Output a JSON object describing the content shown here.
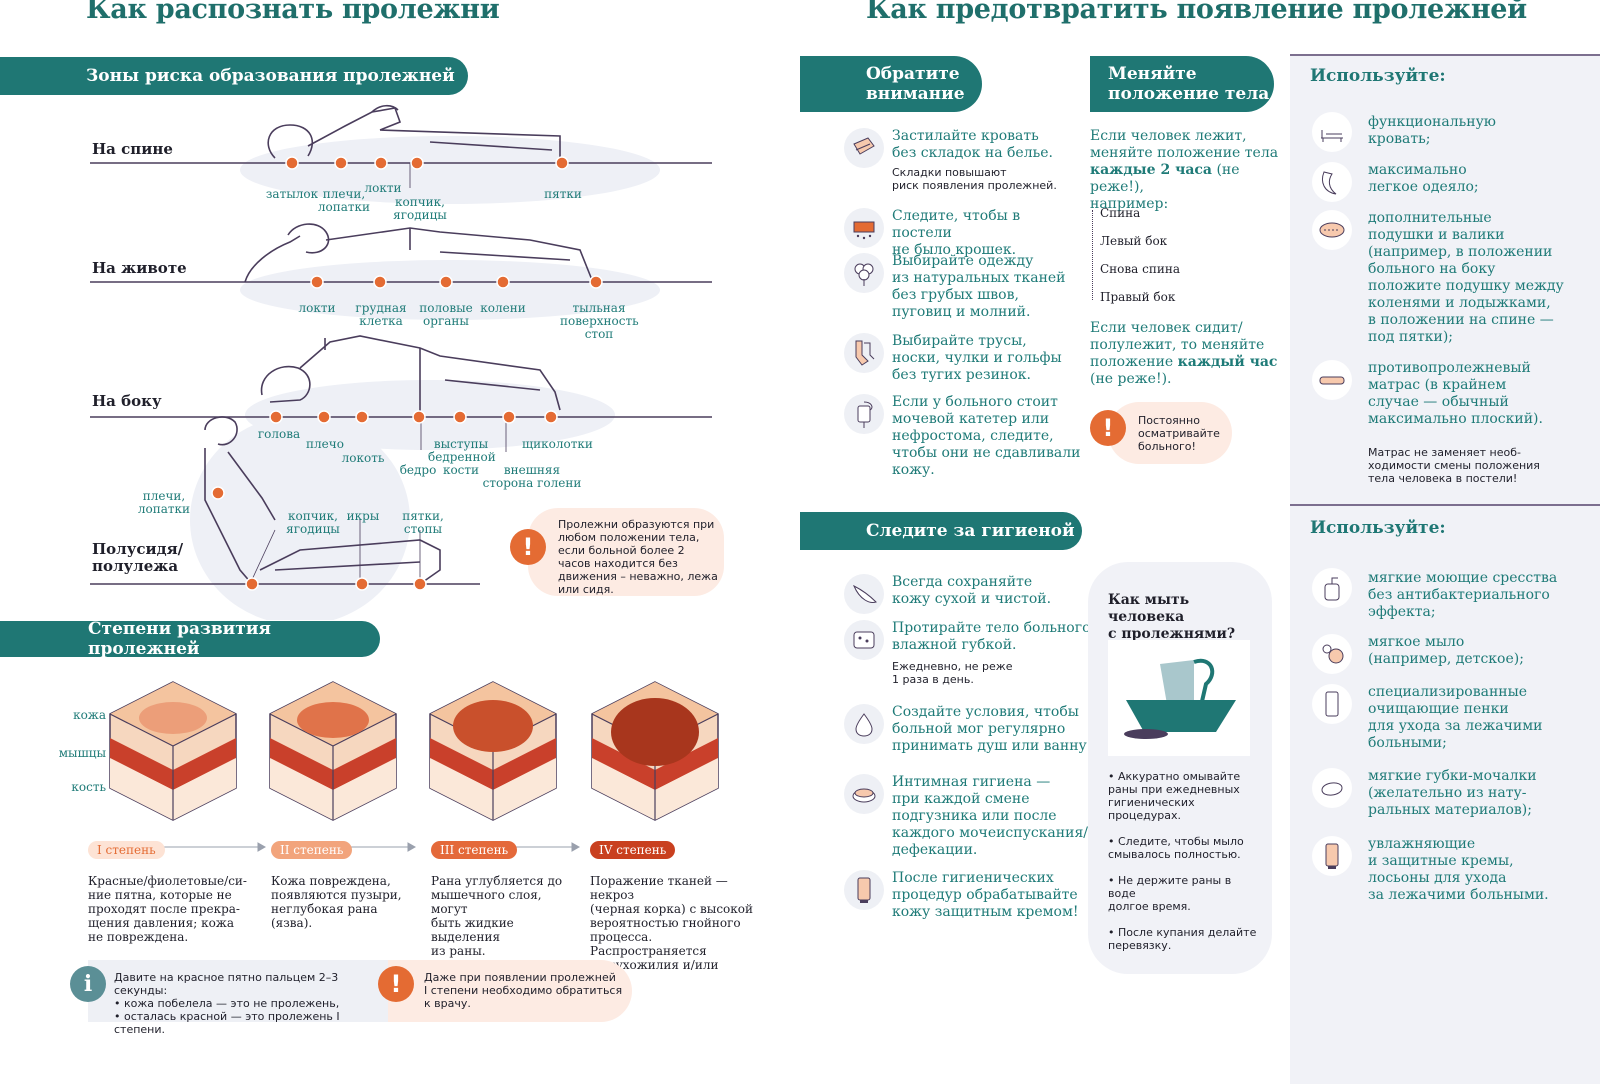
{
  "left_title": "Как распознать пролежни",
  "right_title": "Как предотвратить появление пролежней",
  "zones": {
    "heading": "Зоны риска образования пролежней",
    "positions": [
      {
        "name": "На спине",
        "labels": [
          "затылок",
          "плечи,\nлопатки",
          "локти",
          "копчик,\nягодицы",
          "пятки"
        ]
      },
      {
        "name": "На животе",
        "labels": [
          "локти",
          "грудная\nклетка",
          "половые\nорганы",
          "колени",
          "тыльная\nповерхность\nстоп"
        ]
      },
      {
        "name": "На боку",
        "labels": [
          "голова",
          "плечо",
          "локоть",
          "бедро",
          "выступы\nбедренной\nкости",
          "внешняя\nсторона голени",
          "щиколотки"
        ]
      },
      {
        "name": "Полусидя/\nполулежа",
        "labels": [
          "плечи,\nлопатки",
          "копчик,\nягодицы",
          "икры",
          "пятки,\nстопы"
        ]
      }
    ],
    "note": "Пролежни образуются при любом положении тела, если больной более 2 часов находится без движения – неважно, лежа или сидя."
  },
  "stages": {
    "heading": "Степени развития пролежней",
    "layers": [
      "кожа",
      "мышцы",
      "кость"
    ],
    "items": [
      {
        "label": "I степень",
        "color": "#f9d6c3",
        "text_color": "#e46b33",
        "desc": "Красные/фиолетовые/си-\nние пятна, которые не\nпроходят после прекра-\nщения давления; кожа\nне повреждена."
      },
      {
        "label": "II степень",
        "color": "#f2a47c",
        "text_color": "#ffffff",
        "desc": "Кожа повреждена,\nпоявляются пузыри,\nнеглубокая рана\n(язва)."
      },
      {
        "label": "III степень",
        "color": "#e4693a",
        "text_color": "#ffffff",
        "desc": "Рана углубляется до\nмышечного слоя, могут\nбыть жидкие выделения\nиз раны."
      },
      {
        "label": "IV степень",
        "color": "#c9401f",
        "text_color": "#ffffff",
        "desc": "Поражение тканей — некроз\n(черная корка) с высокой\nвероятностью гнойного\nпроцесса. Распространяется\nна сухожилия и/или кости."
      }
    ],
    "tip": "Давите на красное пятно пальцем 2–3 секунды:\n• кожа побелела — это не пролежень,\n• осталась красной — это пролежень I степени.",
    "warning": "Даже при появлении пролежней\nI степени необходимо обратиться\nк врачу."
  },
  "attention": {
    "heading": "Обратите\nвнимание",
    "items": [
      {
        "icon": "sheet-icon",
        "text": "Застилайте кровать\nбез складок на белье.",
        "small": "Складки повышают\nриск появления пролежней."
      },
      {
        "icon": "crumbs-icon",
        "text": "Следите, чтобы в постели\nне было крошек.",
        "small": ""
      },
      {
        "icon": "cotton-icon",
        "text": "Выбирайте одежду\nиз натуральных тканей\nбез грубых швов,\nпуговиц и молний.",
        "small": ""
      },
      {
        "icon": "socks-icon",
        "text": "Выбирайте трусы,\nноски, чулки и гольфы\nбез тугих резинок.",
        "small": ""
      },
      {
        "icon": "catheter-icon",
        "text": "Если у больного стоит\nмочевой катетер или\nнефростома, следите,\nчтобы они не сдавливали\nкожу.",
        "small": ""
      }
    ]
  },
  "reposition": {
    "heading": "Меняйте\nположение тела",
    "p1_a": "Если человек лежит,\nменяйте положение тела\n",
    "p1_b": "каждые 2 часа",
    "p1_c": " (не реже!),\nнапример:",
    "list": [
      "Спина",
      "Левый бок",
      "Снова спина",
      "Правый бок"
    ],
    "p2_a": "Если человек сидит/\nполулежит, то меняйте\nположение ",
    "p2_b": "каждый час",
    "p2_c": "\n(не реже!).",
    "note": "Постоянно\nосматривайте\nбольного!"
  },
  "hygiene": {
    "heading": "Следите за гигиеной",
    "items": [
      {
        "icon": "feather-icon",
        "text": "Всегда сохраняйте\nкожу сухой и чистой.",
        "small": ""
      },
      {
        "icon": "sponge-icon",
        "text": "Протирайте тело больного\nвлажной губкой.",
        "small": "Ежедневно, не реже\n1 раза в день."
      },
      {
        "icon": "drop-icon",
        "text": "Создайте условия, чтобы\nбольной мог регулярно\nпринимать душ или ванну.",
        "small": ""
      },
      {
        "icon": "soap-icon",
        "text": "Интимная гигиена —\nпри каждой смене\nподгузника или после\nкаждого мочеиспускания/\nдефекации.",
        "small": ""
      },
      {
        "icon": "cream-icon",
        "text": "После гигиенических\nпроцедур обрабатывайте\nкожу защитным кремом!",
        "small": ""
      }
    ],
    "wash_title": "Как мыть человека\nс пролежнями?",
    "wash_list": [
      "Аккуратно омывайте\nраны при ежедневных\nгигиенических\nпроцедурах.",
      "Следите, чтобы мыло\nсмывалось полностью.",
      "Не держите раны в воде\nдолгое время.",
      "После купания делайте\nперевязку."
    ]
  },
  "use1": {
    "heading": "Используйте:",
    "items": [
      {
        "icon": "bed-icon",
        "text": "функциональную\nкровать;"
      },
      {
        "icon": "blanket-icon",
        "text": "максимально\nлегкое одеяло;"
      },
      {
        "icon": "pillow-icon",
        "text": "дополнительные\nподушки и валики\n(например, в положении\nбольного на боку\nположите подушку между\nколенями и лодыжками,\nв положении на спине —\nпод пятки);"
      },
      {
        "icon": "mattress-icon",
        "text": "противопролежневый\nматрас (в крайнем\nслучае — обычный\nмаксимально плоский)."
      }
    ],
    "note": "Матрас не заменяет необ-\nходимости смены положения\nтела человека в постели!"
  },
  "use2": {
    "heading": "Используйте:",
    "items": [
      {
        "icon": "pump-bottle-icon",
        "text": "мягкие моющие сресства\nбез антибактериального\nэффекта;"
      },
      {
        "icon": "soap-bubbles-icon",
        "text": "мягкое мыло\n(например, детское);"
      },
      {
        "icon": "foam-tube-icon",
        "text": "специализированные\nочищающие пенки\nдля ухода за лежачими\nбольными;"
      },
      {
        "icon": "bath-sponge-icon",
        "text": "мягкие губки-мочалки\n(желательно из нату-\nральных материалов);"
      },
      {
        "icon": "cream-tube-icon",
        "text": "увлажняющие\nи защитные кремы,\nлосьоны для ухода\nза лежачими больными."
      }
    ]
  },
  "colors": {
    "teal": "#1f7774",
    "orange": "#e46b33",
    "panel": "#f1f2f7",
    "note_bg": "#fdebe3"
  }
}
